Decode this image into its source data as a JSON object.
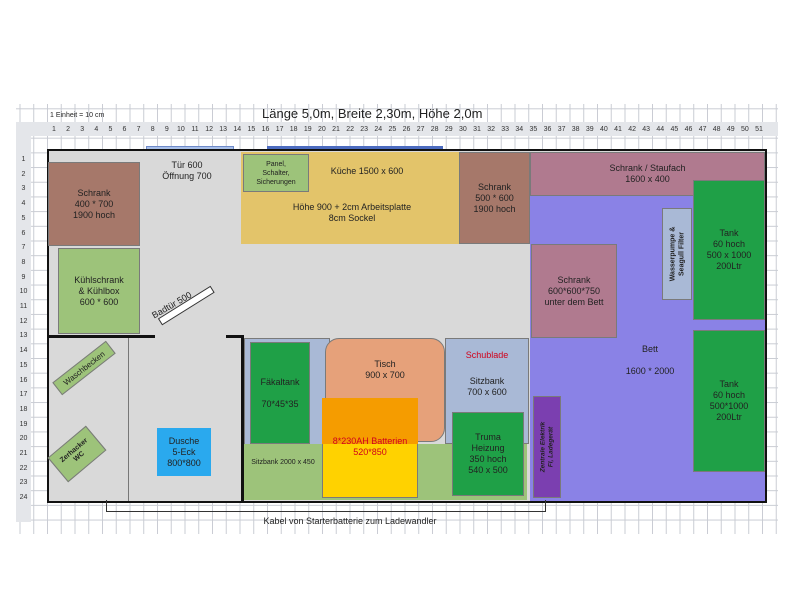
{
  "title": "Länge 5,0m, Breite 2,30m, Höhe 2,0m",
  "unit_note": "1 Einheit = 10 cm",
  "columns": [
    "1",
    "2",
    "3",
    "4",
    "5",
    "6",
    "7",
    "8",
    "9",
    "10",
    "11",
    "12",
    "13",
    "14",
    "15",
    "16",
    "17",
    "18",
    "19",
    "20",
    "21",
    "22",
    "23",
    "24",
    "25",
    "26",
    "27",
    "28",
    "29",
    "30",
    "31",
    "32",
    "33",
    "34",
    "35",
    "36",
    "37",
    "38",
    "39",
    "40",
    "41",
    "42",
    "43",
    "44",
    "45",
    "46",
    "47",
    "48",
    "49",
    "50",
    "51"
  ],
  "rows": [
    "1",
    "2",
    "3",
    "4",
    "5",
    "6",
    "7",
    "8",
    "9",
    "10",
    "11",
    "12",
    "13",
    "14",
    "15",
    "16",
    "17",
    "18",
    "19",
    "20",
    "21",
    "22",
    "23",
    "24"
  ],
  "labels": {
    "schrank_left": "Schrank\n400 * 700\n1900 hoch",
    "kuehlschrank": "Kühlschrank\n& Kühlbox\n600 * 600",
    "tuer": "Tür 600\nÖffnung 700",
    "badtuer": "Badtür 500",
    "panel": "Panel,\nSchalter,\nSicherungen",
    "kueche_title": "Küche 1500 x 600",
    "kueche_sub": "Höhe 900 + 2cm Arbeitsplatte\n8cm Sockel",
    "schrank_mid": "Schrank\n500 * 600\n1900 hoch",
    "schrank_stau": "Schrank / Staufach\n1600 x 400",
    "wasserpumpe": "Wasserpumpe &\nSeagull Filter",
    "tank_top": "Tank\n60 hoch\n500 x 1000\n200Ltr",
    "schrank_bett": "Schrank\n600*600*750\nunter dem Bett",
    "bett": "Bett\n\n1600 * 2000",
    "tank_bottom": "Tank\n60 hoch\n500*1000\n200Ltr",
    "waschbecken": "Waschbecken",
    "wc": "Zerhacker\nWC",
    "dusche": "Dusche\n5-Eck\n800*800",
    "faekaltank": "Fäkaltank\n\n70*45*35",
    "sitzbank_left": "Sitzbank 2000 x 450",
    "tisch": "Tisch\n900 x 700",
    "batterien": "8*230AH Batterien\n520*850",
    "schublade": "Schublade",
    "sitzbank_right": "Sitzbank\n700 x 600",
    "truma": "Truma\nHeizung\n350 hoch\n540 x 500",
    "zentrale": "Zentrale Elektrik\nFI, Ladegerät",
    "kabel": "Kabel von Starterbatterie zum Ladewandler"
  },
  "colors": {
    "schrank": "#a6786a",
    "green": "#9dc37a",
    "kitchen": "#e3c46a",
    "purple": "#8a82e6",
    "mauve": "#b07a8f",
    "tank": "#1fa047",
    "blue": "#2aa9ee",
    "orange": "#f59c00",
    "yellow": "#ffd200",
    "salmon": "#e6a17a",
    "grayblue": "#a9b9d6",
    "violet": "#7b3fb0",
    "floor": "#d9d9d9"
  }
}
